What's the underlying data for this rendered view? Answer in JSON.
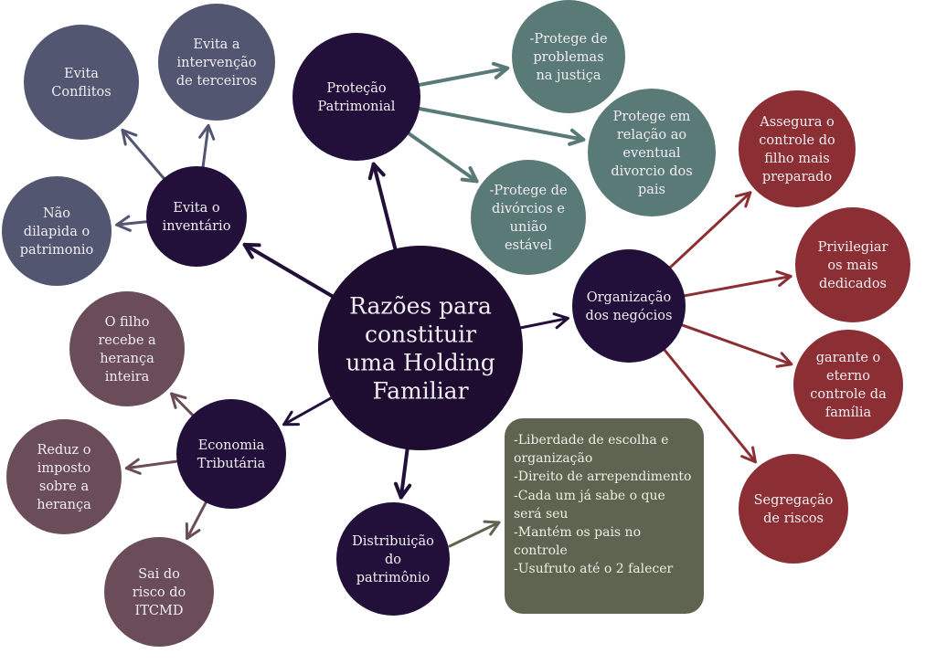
{
  "colors": {
    "center": "#1f0c31",
    "branch_dark": "#22103a",
    "inventario": "#525671",
    "protecao": "#5a7a77",
    "organizacao": "#8c2f35",
    "economia": "#6a4d59",
    "distribuicao_box": "#5f6450"
  },
  "center": {
    "lines": [
      "Razões para",
      "constituir",
      "uma Holding",
      "Familiar"
    ]
  },
  "nodes": {
    "inventario": {
      "lines": [
        "Evita o",
        "inventário"
      ]
    },
    "conflitos": {
      "lines": [
        "Evita",
        "Conflitos"
      ]
    },
    "terceiros": {
      "lines": [
        "Evita a",
        "intervenção",
        "de terceiros"
      ]
    },
    "dilapida": {
      "lines": [
        "Não",
        "dilapida o",
        "patrimonio"
      ]
    },
    "protecao": {
      "lines": [
        "Proteção",
        "Patrimonial"
      ]
    },
    "justica": {
      "lines": [
        "-Protege de",
        "problemas",
        "na justiça"
      ]
    },
    "divorcio_pais": {
      "lines": [
        "Protege em",
        "relação ao",
        "eventual",
        "divorcio dos",
        "pais"
      ]
    },
    "divorcios": {
      "lines": [
        "-Protege de",
        "divórcios e",
        "união",
        "estável"
      ]
    },
    "organizacao": {
      "lines": [
        "Organização",
        "dos negócios"
      ]
    },
    "assegura": {
      "lines": [
        "Assegura o",
        "controle do",
        "filho mais",
        "preparado"
      ]
    },
    "privilegiar": {
      "lines": [
        "Privilegiar",
        "os mais",
        "dedicados"
      ]
    },
    "garante": {
      "lines": [
        "garante o",
        "eterno",
        "controle da",
        "família"
      ]
    },
    "segregacao": {
      "lines": [
        "Segregação",
        "de riscos"
      ]
    },
    "economia": {
      "lines": [
        "Economia",
        "Tributária"
      ]
    },
    "filho": {
      "lines": [
        "O filho",
        "recebe a",
        "herança",
        "inteira"
      ]
    },
    "reduz": {
      "lines": [
        "Reduz  o",
        "imposto",
        "sobre a",
        "herança"
      ]
    },
    "itcmd": {
      "lines": [
        "Sai do",
        "risco do",
        "ITCMD"
      ]
    },
    "distribuicao": {
      "lines": [
        "Distribuição",
        "do",
        "patrimônio"
      ]
    }
  },
  "distribuicao_box": {
    "items": [
      "-Liberdade de escolha e organização",
      "-Direito de arrependimento",
      "-Cada um já sabe o que será seu",
      "-Mantém os pais no controle",
      "-Usufruto até o 2 falecer"
    ]
  }
}
